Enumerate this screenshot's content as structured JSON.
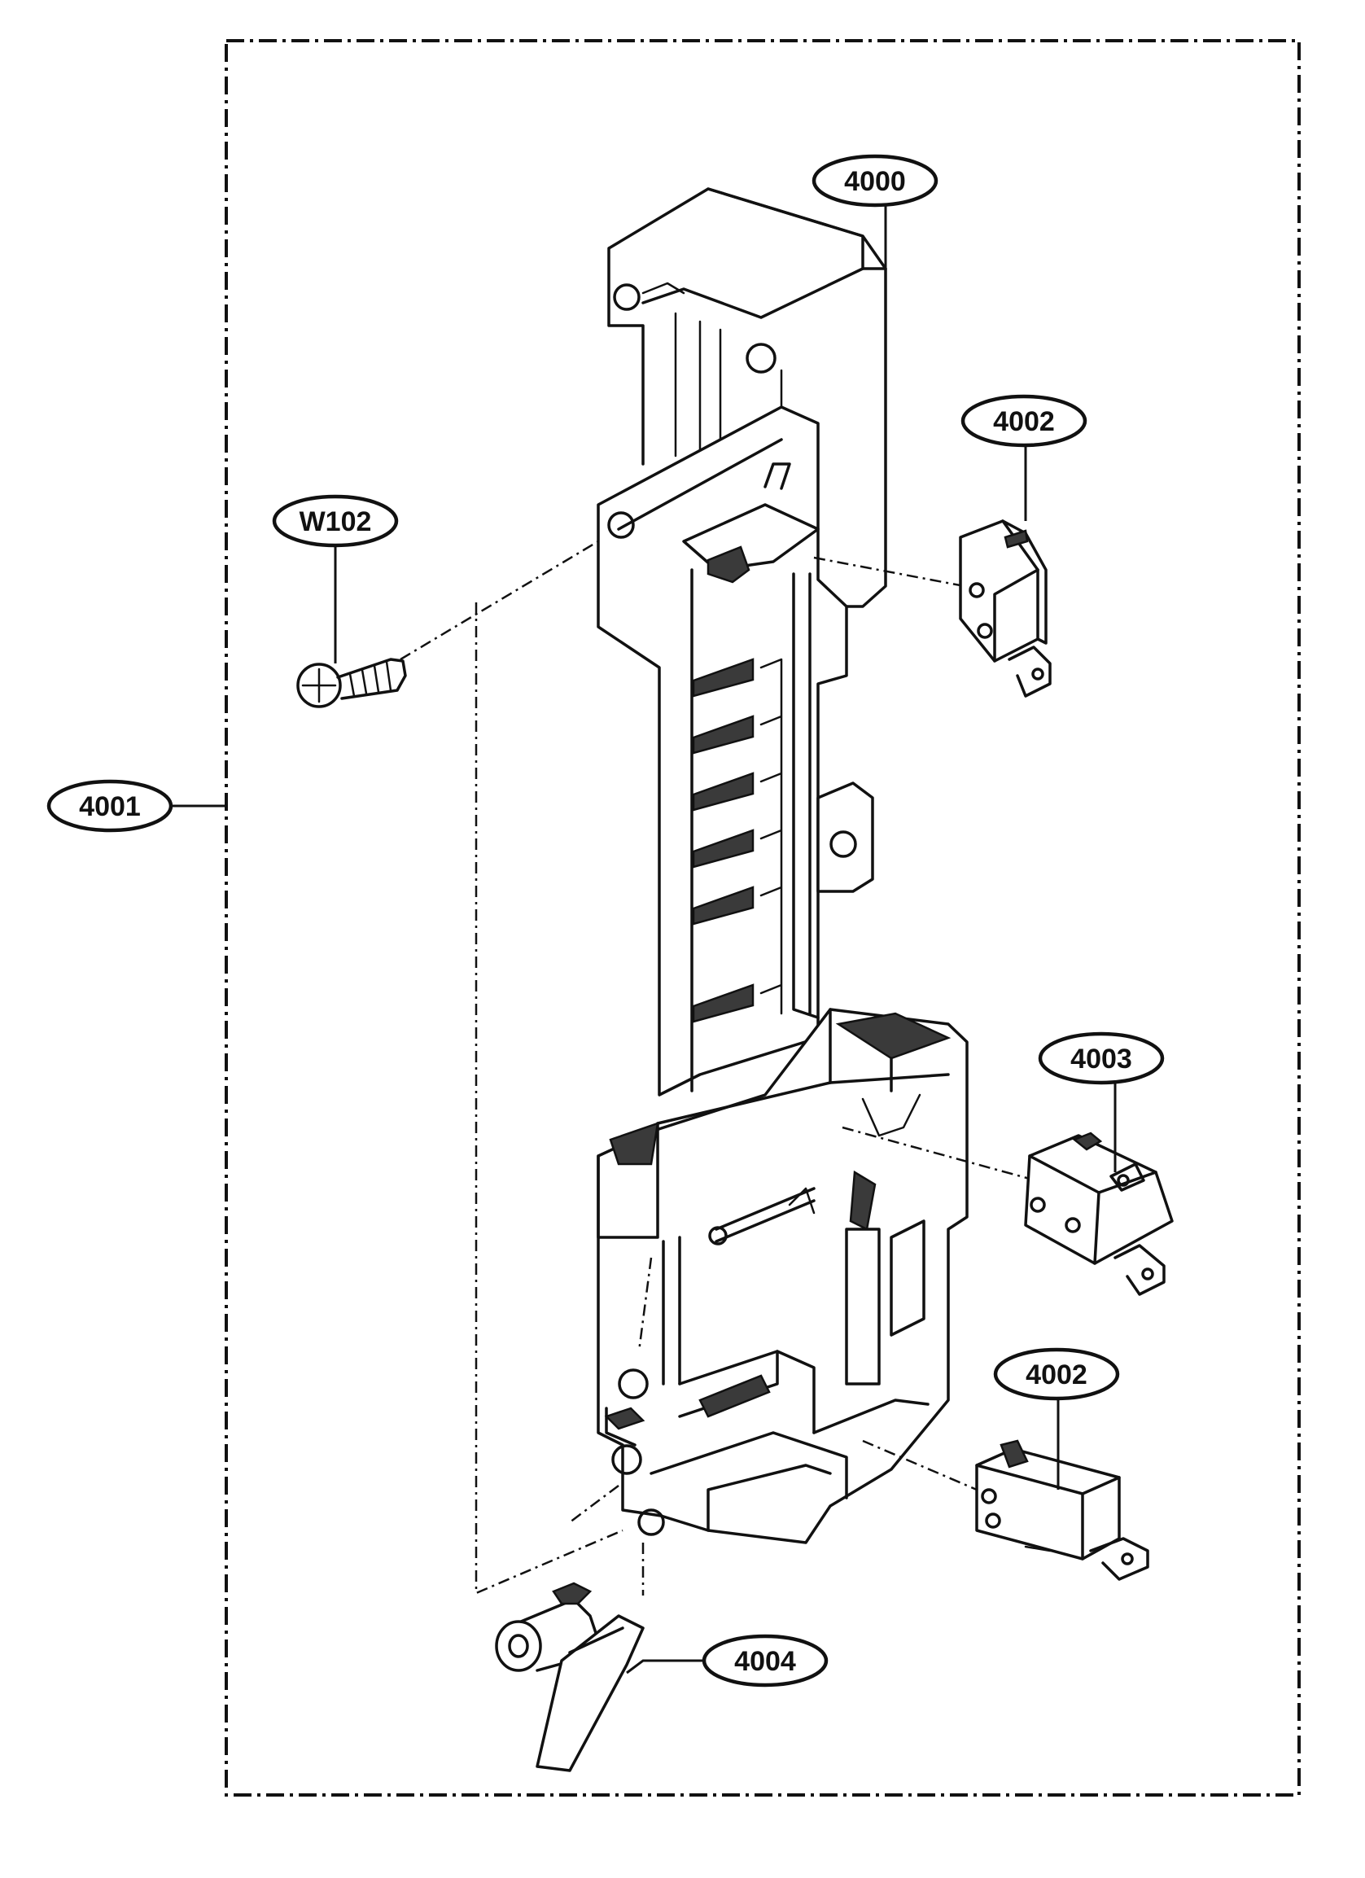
{
  "diagram": {
    "callouts": [
      {
        "id": "housing",
        "label": "4000"
      },
      {
        "id": "assembly",
        "label": "4001"
      },
      {
        "id": "switch_top",
        "label": "4002"
      },
      {
        "id": "switch_mid",
        "label": "4003"
      },
      {
        "id": "switch_bottom",
        "label": "4002"
      },
      {
        "id": "lever",
        "label": "4004"
      },
      {
        "id": "screw",
        "label": "W102"
      }
    ]
  }
}
